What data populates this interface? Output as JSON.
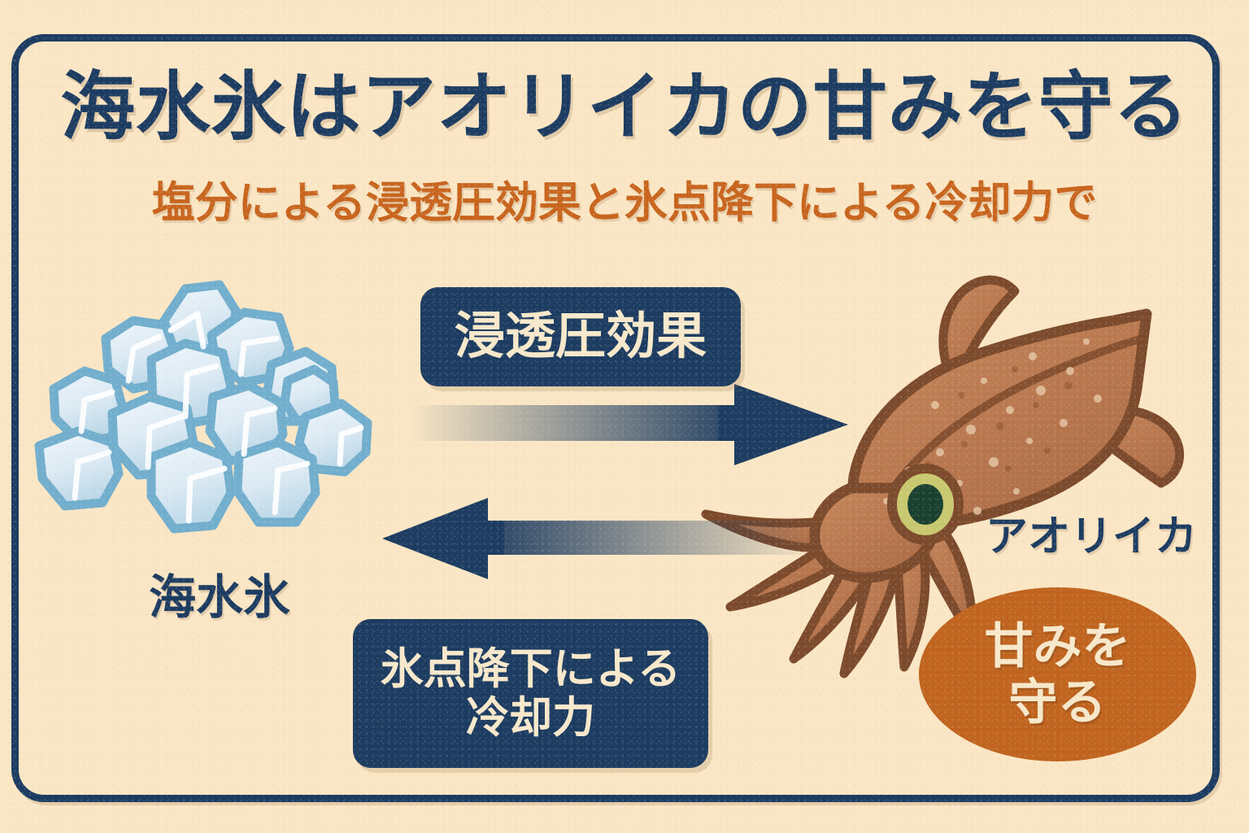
{
  "poster": {
    "background_color": "#fae6c4",
    "frame_color": "#1d3c61",
    "accent_orange": "#c8651e",
    "badge_color": "#c0641f",
    "title": "海水氷はアオリイカの甘みを守る",
    "subtitle": "塩分による浸透圧効果と氷点降下による冷却力で"
  },
  "boxes": {
    "osmotic": {
      "label": "浸透圧効果"
    },
    "cooling": {
      "line1": "氷点降下による",
      "line2": "冷却力"
    }
  },
  "arrows": {
    "right": {
      "name": "arrow-right",
      "direction": "right",
      "color": "#1d3c61"
    },
    "left": {
      "name": "arrow-left",
      "direction": "left",
      "color": "#1d3c61"
    }
  },
  "labels": {
    "ice": "海水氷",
    "squid": "アオリイカ"
  },
  "badge": {
    "line1": "甘みを",
    "line2": "守る"
  },
  "illustrations": {
    "ice_pile": {
      "icon": "ice-cubes-icon",
      "fill": "#dceaf4",
      "outline": "#72aecd"
    },
    "squid": {
      "icon": "squid-icon",
      "body": "#b9784f",
      "outline": "#7c4a2c",
      "eye_iris": "#c8c870",
      "eye_pupil": "#1a4030"
    }
  }
}
